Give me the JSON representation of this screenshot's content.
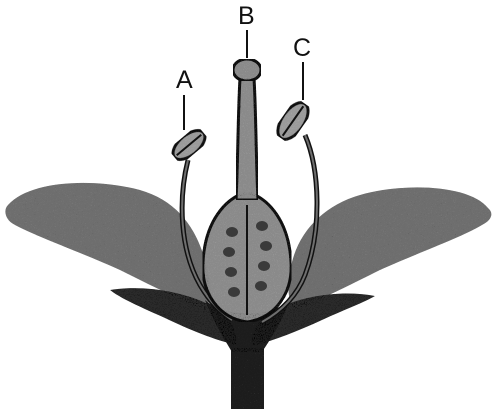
{
  "diagram": {
    "labels": {
      "a": "A",
      "b": "B",
      "c": "C"
    },
    "colors": {
      "ink": "#111111",
      "petal": "#6e6e6e",
      "petal_dark": "#3a3a3a",
      "sepal": "#2c2c2c",
      "stem": "#1c1c1c",
      "ovary": "#8a8a8a",
      "anther": "#9a9a9a",
      "paper": "#ffffff"
    }
  }
}
